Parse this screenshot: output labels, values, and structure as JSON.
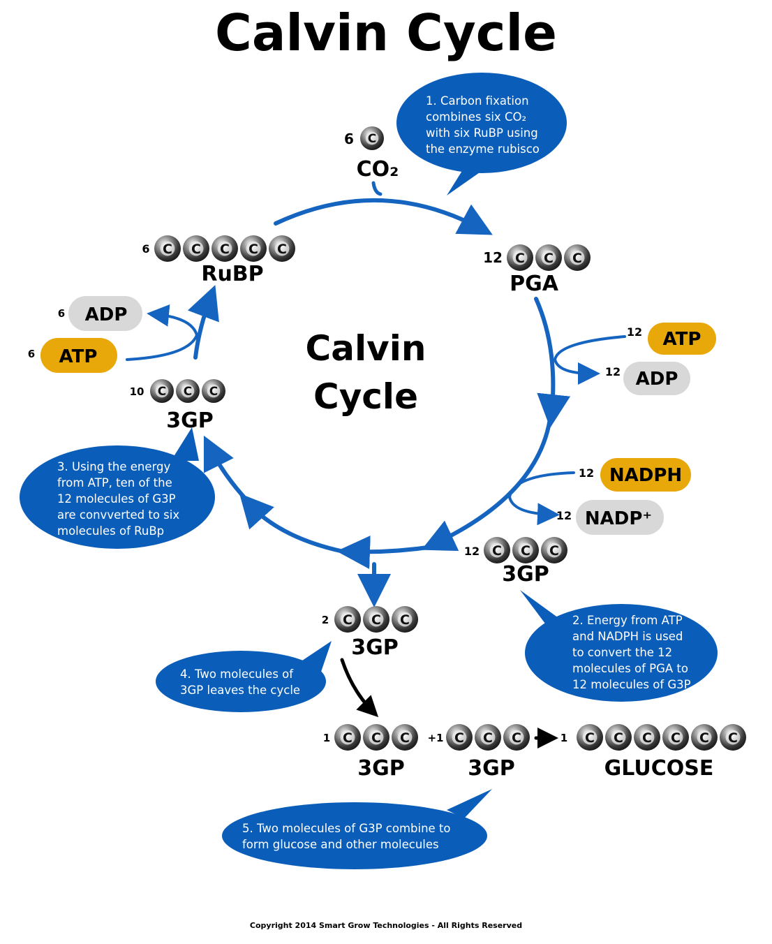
{
  "title": "Calvin Cycle",
  "center_label": [
    "Calvin",
    "Cycle"
  ],
  "carbon_symbol": "C",
  "colors": {
    "arrow": "#1565c0",
    "bubble": "#0a5db8",
    "atp_pill": "#e8a80a",
    "adp_pill": "#d8d8d8",
    "carbon_ball": "#555555"
  },
  "molecules": {
    "co2": {
      "count": "6",
      "label": "CO₂"
    },
    "pga": {
      "count": "12",
      "label": "PGA"
    },
    "rubp": {
      "count": "6",
      "label": "RuBP"
    },
    "g3p_10": {
      "count": "10",
      "label": "3GP"
    },
    "g3p_12": {
      "count": "12",
      "label": "3GP"
    },
    "g3p_2": {
      "count": "2",
      "label": "3GP"
    },
    "g3p_a": {
      "count": "1",
      "label": "3GP"
    },
    "g3p_b": {
      "count": "+1",
      "label": "3GP"
    },
    "glucose": {
      "count": "1",
      "label": "GLUCOSE"
    }
  },
  "pills": {
    "adp_left": {
      "count": "6",
      "label": "ADP"
    },
    "atp_left": {
      "count": "6",
      "label": "ATP"
    },
    "atp_right": {
      "count": "12",
      "label": "ATP"
    },
    "adp_right": {
      "count": "12",
      "label": "ADP"
    },
    "nadph": {
      "count": "12",
      "label": "NADPH"
    },
    "nadp": {
      "count": "12",
      "label": "NADP⁺"
    }
  },
  "bubbles": {
    "step1": [
      "1. Carbon fixation",
      "combines six CO₂",
      "with six RuBP using",
      "the enzyme rubisco"
    ],
    "step2": [
      "2. Energy from ATP",
      "and NADPH is used",
      "to convert the 12",
      "molecules of PGA to",
      "12 molecules of G3P"
    ],
    "step3": [
      "3. Using the energy",
      "from ATP, ten of the",
      "12 molecules of G3P",
      "are convverted to six",
      "molecules of RuBp"
    ],
    "step4": [
      "4. Two molecules of",
      "3GP leaves the cycle"
    ],
    "step5": [
      "5. Two molecules of G3P combine to",
      "form glucose and other molecules"
    ]
  },
  "copyright": "Copyright 2014 Smart Grow Technologies - All Rights Reserved"
}
